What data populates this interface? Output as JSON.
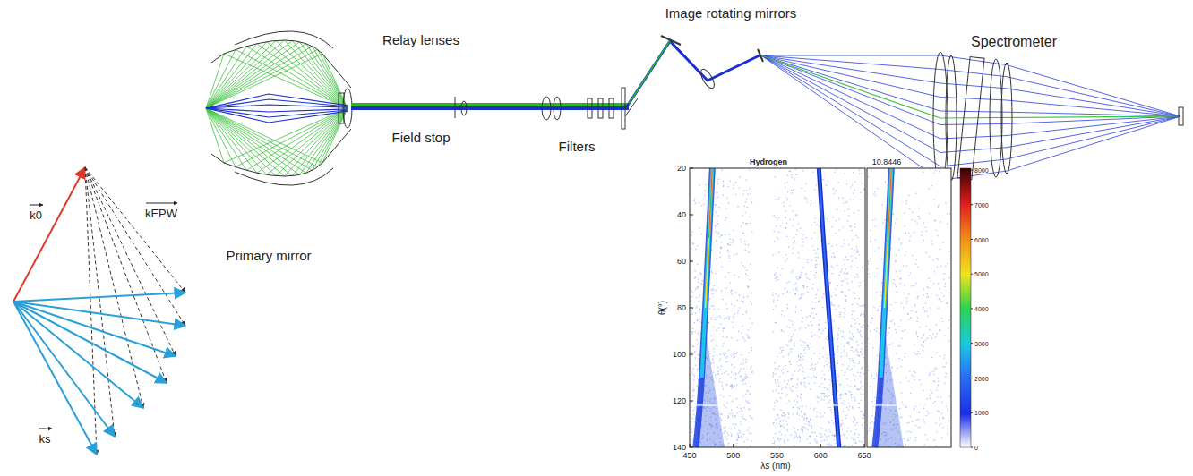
{
  "diagram": {
    "labels": [
      "Image rotating mirrors",
      "Spectrometer",
      "Relay lenses",
      "Field stop",
      "Filters",
      "Primary mirror",
      "k0",
      "kEPW",
      "ks",
      "Hydrogen",
      "10.8446",
      "θ(°)",
      "λs (nm)",
      "20",
      "40",
      "60",
      "80",
      "100",
      "120",
      "140",
      "450",
      "500",
      "550",
      "600",
      "650",
      "8000",
      "7000",
      "6000",
      "5000",
      "4000",
      "3000",
      "2000",
      "1000",
      "0"
    ]
  }
}
